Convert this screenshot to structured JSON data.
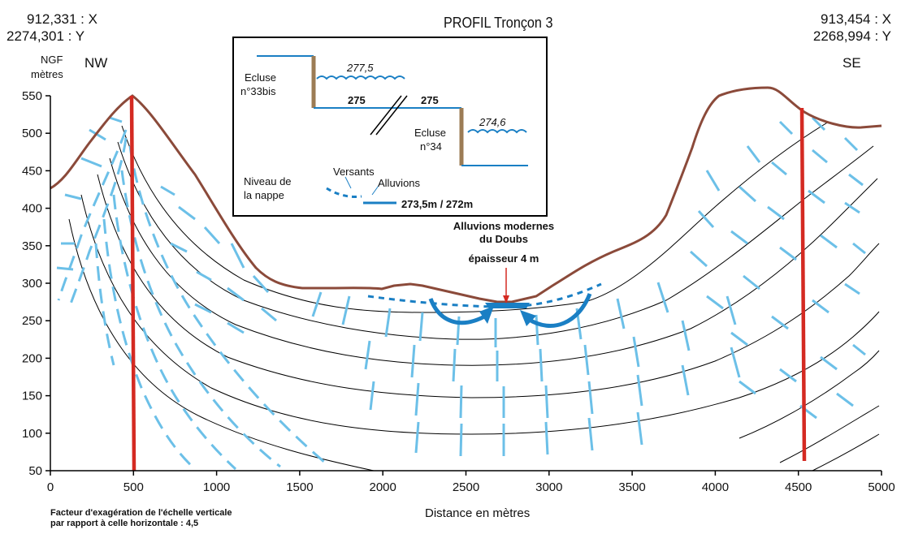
{
  "title": "PROFIL Tronçon 3",
  "coords": {
    "left_x": "912,331 : X",
    "left_y": "2274,301 : Y",
    "right_x": "913,454 : X",
    "right_y": "2268,994 : Y"
  },
  "orientation": {
    "left": "NW",
    "right": "SE"
  },
  "y_axis": {
    "unit_line1": "NGF",
    "unit_line2": "mètres",
    "ticks": [
      "550",
      "500",
      "450",
      "400",
      "350",
      "300",
      "250",
      "200",
      "150",
      "100",
      "50"
    ]
  },
  "x_axis": {
    "label": "Distance en mètres",
    "ticks": [
      "0",
      "500",
      "1000",
      "1500",
      "2000",
      "2500",
      "3000",
      "3500",
      "4000",
      "4500",
      "5000"
    ]
  },
  "footnote": {
    "line1": "Facteur d'exagération de l'échelle verticale",
    "line2": "par rapport à celle horizontale : 4,5"
  },
  "inset": {
    "lock1_line1": "Ecluse",
    "lock1_line2": "n°33bis",
    "level_upper": "277,5",
    "level_mid_left": "275",
    "level_mid_right": "275",
    "lock2_line1": "Ecluse",
    "lock2_line2": "n°34",
    "level_lower": "274,6",
    "nappe_line1": "Niveau de",
    "nappe_line2": "la nappe",
    "versants": "Versants",
    "alluvions": "Alluvions",
    "nappe_value": "273,5m / 272m"
  },
  "annotation": {
    "line1": "Alluvions modernes",
    "line2": "du Doubs",
    "line3": "épaisseur  4 m"
  },
  "colors": {
    "topography": "#8b4a3a",
    "faults": "#d42a22",
    "beds_tick": "#6cc0e8",
    "water": "#1a7fc4",
    "lock_wall": "#9c7c55"
  }
}
